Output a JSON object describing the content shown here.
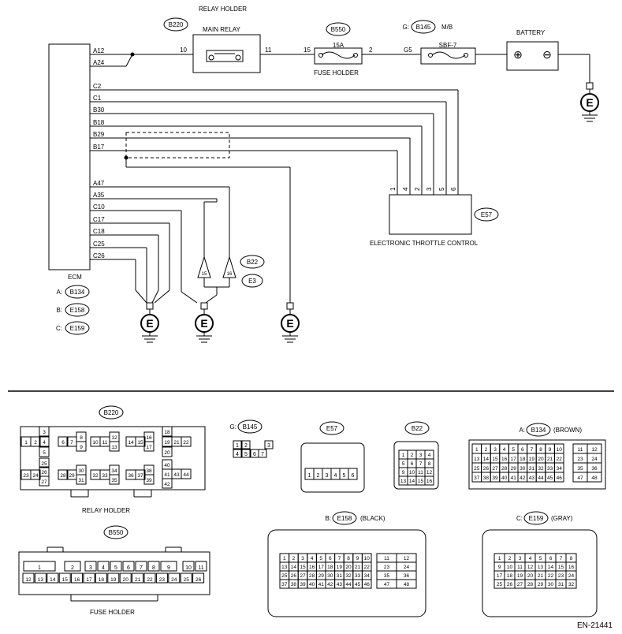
{
  "ecm": {
    "label": "ECM",
    "pins": [
      "A12",
      "A24",
      "C2",
      "C1",
      "B30",
      "B18",
      "B29",
      "B17",
      "A47",
      "A35",
      "C10",
      "C17",
      "C18",
      "C25",
      "C26"
    ],
    "connectors": [
      {
        "prefix": "A:",
        "code": "B134"
      },
      {
        "prefix": "B:",
        "code": "E158"
      },
      {
        "prefix": "C:",
        "code": "E159"
      }
    ]
  },
  "relay": {
    "code": "B220",
    "holder_label": "RELAY HOLDER",
    "name": "MAIN RELAY",
    "pin_left": "10",
    "pin_right": "11"
  },
  "fuse": {
    "code": "B550",
    "rating": "15A",
    "label": "FUSE HOLDER",
    "pin_left": "15",
    "pin_right": "2"
  },
  "sbf": {
    "prefix": "G:",
    "code": "B145",
    "mb": "M/B",
    "name": "SBF-7",
    "pin_left": "G5"
  },
  "battery": {
    "label": "BATTERY",
    "plus": "⊕",
    "minus": "⊖"
  },
  "etc": {
    "code": "E57",
    "label": "ELECTRONIC THROTTLE CONTROL",
    "pins": [
      "1",
      "4",
      "2",
      "3",
      "5",
      "6"
    ]
  },
  "sensor": {
    "code1": "B22",
    "code2": "E3",
    "pin1": "15",
    "pin2": "16"
  },
  "ground": {
    "symbol": "E"
  },
  "views": {
    "b220": {
      "code": "B220",
      "label": "RELAY HOLDER",
      "pins": [
        "3",
        "1",
        "2",
        "4",
        "5",
        "6",
        "7",
        "8",
        "9",
        "10",
        "11",
        "12",
        "13",
        "14",
        "15",
        "16",
        "17",
        "18",
        "19",
        "20",
        "21",
        "22",
        "25",
        "26",
        "27",
        "23",
        "24",
        "28",
        "29",
        "30",
        "31",
        "32",
        "33",
        "34",
        "35",
        "36",
        "37",
        "38",
        "39",
        "40",
        "41",
        "43",
        "44",
        "42"
      ]
    },
    "b145": {
      "prefix": "G:",
      "code": "B145",
      "pins": [
        "1",
        "2",
        "3",
        "4",
        "5",
        "6",
        "7"
      ]
    },
    "e57": {
      "code": "E57",
      "pins": [
        "1",
        "2",
        "3",
        "4",
        "5",
        "6"
      ]
    },
    "b22": {
      "code": "B22",
      "pins": [
        "1",
        "2",
        "3",
        "4",
        "5",
        "6",
        "7",
        "8",
        "9",
        "10",
        "11",
        "12",
        "13",
        "14",
        "15",
        "16"
      ]
    },
    "b134": {
      "prefix": "A:",
      "code": "B134",
      "color": "(BROWN)"
    },
    "b550": {
      "code": "B550",
      "label": "FUSE HOLDER",
      "top": [
        "1",
        "2",
        "3",
        "4",
        "5",
        "6",
        "7",
        "8",
        "9",
        "10",
        "11"
      ],
      "bottom": [
        "12",
        "13",
        "14",
        "15",
        "16",
        "17",
        "18",
        "19",
        "20",
        "21",
        "22",
        "23",
        "24",
        "25",
        "26"
      ]
    },
    "e158": {
      "prefix": "B:",
      "code": "E158",
      "color": "(BLACK)"
    },
    "e159": {
      "prefix": "C:",
      "code": "E159",
      "color": "(GRAY)"
    }
  },
  "figure_id": "EN-21441"
}
